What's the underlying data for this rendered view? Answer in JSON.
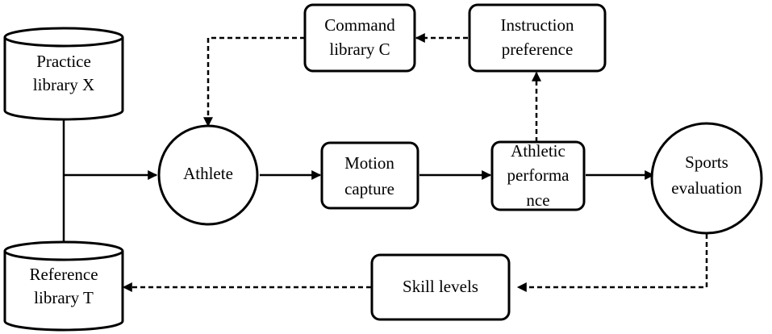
{
  "diagram": {
    "nodes": {
      "practice_library": {
        "line1": "Practice",
        "line2": "library X"
      },
      "reference_library": {
        "line1": "Reference",
        "line2": "library T"
      },
      "command_library": {
        "line1": "Command",
        "line2": "library C"
      },
      "instruction_preference": {
        "line1": "Instruction",
        "line2": "preference"
      },
      "athlete": {
        "label": "Athlete"
      },
      "motion_capture": {
        "line1": "Motion",
        "line2": "capture"
      },
      "athletic_performance": {
        "line1": "Athletic",
        "line2": "performa",
        "line3": "nce"
      },
      "sports_evaluation": {
        "line1": "Sports",
        "line2": "evaluation"
      },
      "skill_levels": {
        "label": "Skill levels"
      }
    }
  }
}
